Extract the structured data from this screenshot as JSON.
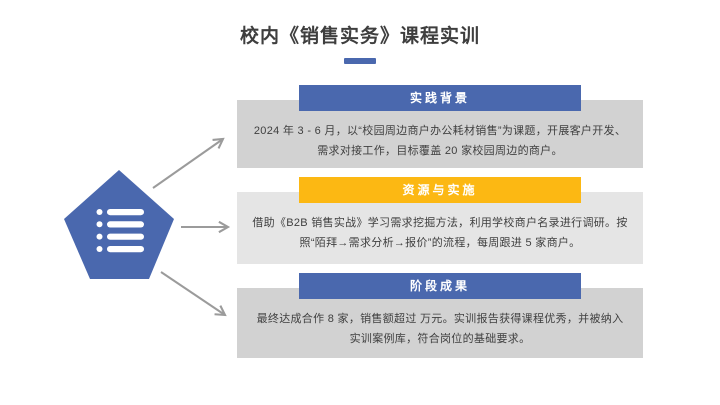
{
  "slide": {
    "title": "校内《销售实务》课程实训",
    "underline_color": "#4a68ae"
  },
  "colors": {
    "accent_blue": "#4a68ae",
    "accent_yellow": "#fcb813",
    "card_gray_dark": "#d2d2d2",
    "card_gray_light": "#e5e5e5",
    "arrow_gray": "#9b9b9b",
    "body_text": "#3f3f3f",
    "header_text": "#ffffff"
  },
  "graphic": {
    "shape": "pentagon",
    "icon": "list-icon"
  },
  "sections": [
    {
      "header": "实践背景",
      "header_color": "#4a68ae",
      "card_color": "#d2d2d2",
      "body": "2024 年 3 - 6 月，以“校园周边商户办公耗材销售”为课题，开展客户开发、需求对接工作，目标覆盖 20 家校园周边的商户。"
    },
    {
      "header": "资源与实施",
      "header_color": "#fcb813",
      "card_color": "#e5e5e5",
      "body": "借助《B2B 销售实战》学习需求挖掘方法，利用学校商户名录进行调研。按照“陌拜→需求分析→报价”的流程，每周跟进 5 家商户。"
    },
    {
      "header": "阶段成果",
      "header_color": "#4a68ae",
      "card_color": "#d2d2d2",
      "body": "最终达成合作 8 家，销售额超过 万元。实训报告获得课程优秀，并被纳入实训案例库，符合岗位的基础要求。"
    }
  ]
}
